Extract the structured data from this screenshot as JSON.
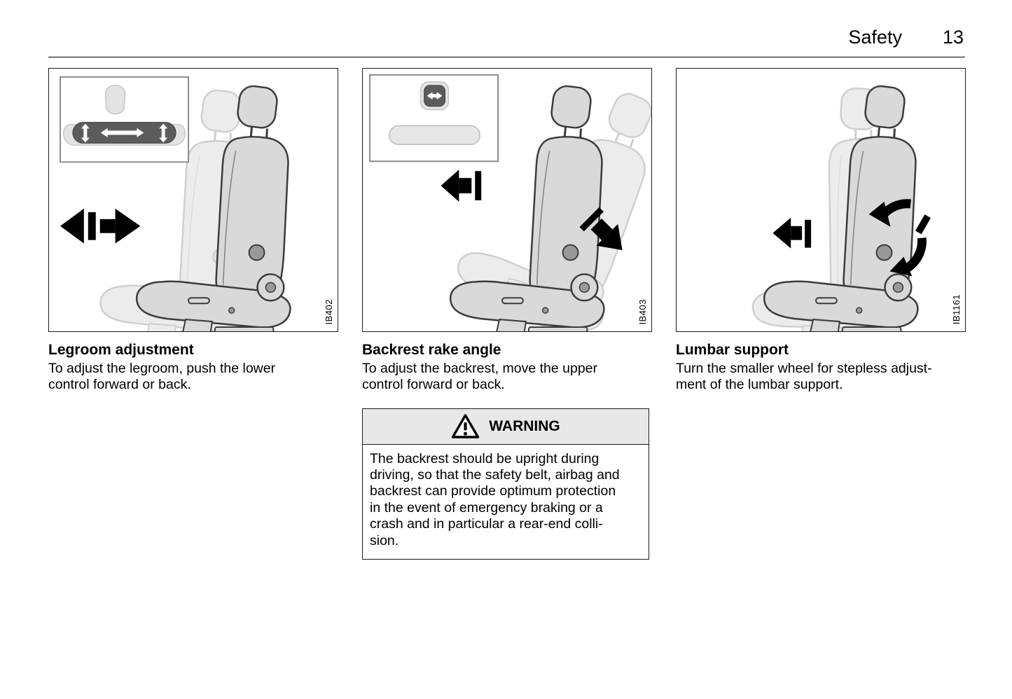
{
  "header": {
    "section": "Safety",
    "page_number": "13"
  },
  "figures": [
    {
      "code": "IB402",
      "heading": "Legroom adjustment",
      "body": "To adjust the legroom, push the lower\ncontrol forward or back."
    },
    {
      "code": "IB403",
      "heading": "Backrest rake angle",
      "body": "To adjust the backrest, move the upper\ncontrol forward or back."
    },
    {
      "code": "IB1161",
      "heading": "Lumbar support",
      "body": "Turn the smaller wheel for stepless adjust-\nment of the lumbar support."
    }
  ],
  "warning": {
    "title": "WARNING",
    "icon": "warning-triangle",
    "body": "The backrest should be upright during\ndriving, so that the safety belt, airbag and\nbackrest can provide optimum protection\nin the event of emergency braking or a\ncrash and in particular a rear-end colli-\nsion."
  }
}
